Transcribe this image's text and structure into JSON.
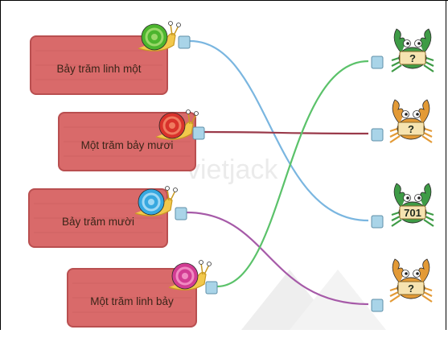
{
  "snails": [
    {
      "label": "Bảy trăm linh một",
      "shell": "#4cb52e",
      "shell_light": "#9bd86a"
    },
    {
      "label": "Một trăm bảy mươi",
      "shell": "#d9322b",
      "shell_light": "#f07a5f"
    },
    {
      "label": "Bảy trăm mười",
      "shell": "#37a8e0",
      "shell_light": "#9fd9f5"
    },
    {
      "label": "Một trăm linh bảy",
      "shell": "#d23c93",
      "shell_light": "#f08ac2"
    }
  ],
  "crabs": [
    {
      "text": "?",
      "color": "#3e9b46"
    },
    {
      "text": "?",
      "color": "#e39a36"
    },
    {
      "text": "701",
      "color": "#3e9b46"
    },
    {
      "text": "?",
      "color": "#e39a36"
    }
  ],
  "wires": [
    {
      "from_snail": 0,
      "to_crab": 2,
      "color": "#7ab6e0"
    },
    {
      "from_snail": 1,
      "to_crab": 1,
      "color": "#9a3a4a"
    },
    {
      "from_snail": 2,
      "to_crab": 3,
      "color": "#a65aa8"
    },
    {
      "from_snail": 3,
      "to_crab": 0,
      "color": "#5bc26a"
    }
  ],
  "watermark": "vietjack",
  "colors": {
    "sign_wood": "#d96a6a",
    "sign_wood_dark": "#b94f50",
    "cup": "#a9d4e8"
  }
}
